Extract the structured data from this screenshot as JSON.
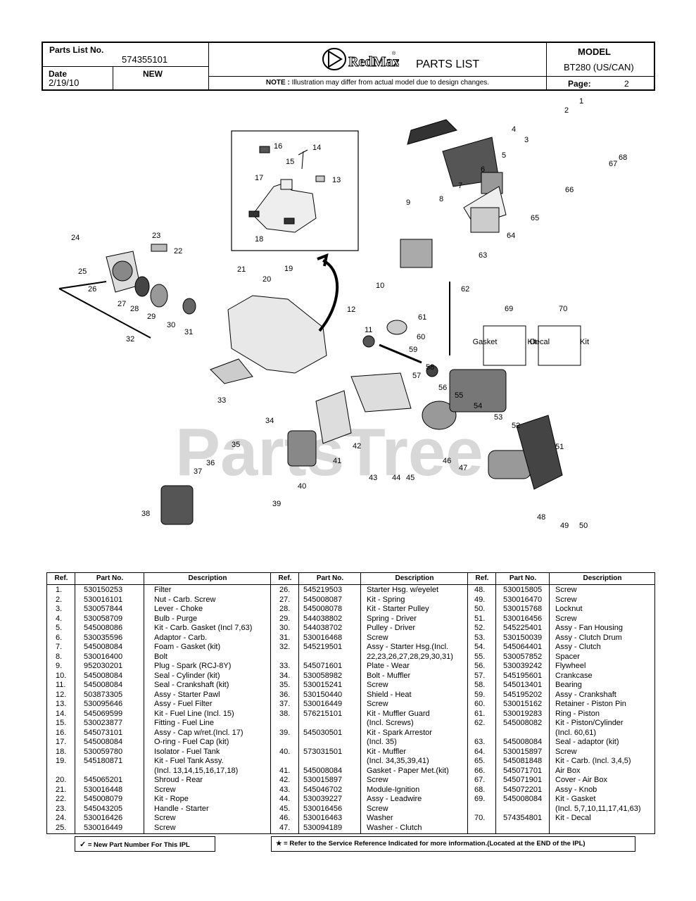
{
  "header": {
    "parts_list_no_label": "Parts List No.",
    "parts_list_no": "574355101",
    "date_label": "Date",
    "date": "2/19/10",
    "new_label": "NEW",
    "brand": "RedMax",
    "title": "PARTS LIST",
    "note_label": "NOTE :",
    "note_text": "Illustration may differ from actual model due to design changes.",
    "model_label": "MODEL",
    "model": "BT280  (US/CAN)",
    "page_label": "Page:",
    "page": "2"
  },
  "diagram": {
    "watermark": "PartsTree",
    "callouts": [
      "1",
      "2",
      "3",
      "4",
      "5",
      "6",
      "7",
      "8",
      "9",
      "10",
      "11",
      "12",
      "13",
      "14",
      "15",
      "16",
      "17",
      "18",
      "19",
      "20",
      "21",
      "22",
      "23",
      "24",
      "25",
      "26",
      "27",
      "28",
      "29",
      "30",
      "31",
      "32",
      "33",
      "34",
      "35",
      "36",
      "37",
      "38",
      "39",
      "40",
      "41",
      "42",
      "43",
      "44",
      "45",
      "46",
      "47",
      "48",
      "49",
      "50",
      "51",
      "52",
      "53",
      "54",
      "55",
      "56",
      "57",
      "58",
      "59",
      "60",
      "61",
      "62",
      "63",
      "64",
      "65",
      "66",
      "67",
      "68",
      "69",
      "70"
    ],
    "box_gasket": "Gasket Kit",
    "box_decal": "Decal Kit"
  },
  "table": {
    "headers": {
      "ref": "Ref.",
      "part": "Part No.",
      "desc": "Description"
    },
    "col1": [
      [
        "1.",
        "530150253",
        "Filter"
      ],
      [
        "2.",
        "530016101",
        "Nut - Carb. Screw"
      ],
      [
        "3.",
        "530057844",
        "Lever - Choke"
      ],
      [
        "4.",
        "530058709",
        "Bulb - Purge"
      ],
      [
        "5.",
        "545008086",
        "Kit - Carb. Gasket (Incl 7,63)"
      ],
      [
        "6.",
        "530035596",
        "Adaptor - Carb."
      ],
      [
        "7.",
        "545008084",
        "Foam - Gasket (kit)"
      ],
      [
        "8.",
        "530016400",
        "Bolt"
      ],
      [
        "9.",
        "952030201",
        "Plug - Spark (RCJ-8Y)"
      ],
      [
        "10.",
        "545008084",
        "Seal - Cylinder (kit)"
      ],
      [
        "11.",
        "545008084",
        "Seal - Crankshaft (kit)"
      ],
      [
        "12.",
        "503873305",
        "Assy - Starter Pawl"
      ],
      [
        "13.",
        "530095646",
        "Assy - Fuel Filter"
      ],
      [
        "14.",
        "545069599",
        "Kit - Fuel Line (Incl. 15)"
      ],
      [
        "15.",
        "530023877",
        "Fitting - Fuel Line"
      ],
      [
        "16.",
        "545073101",
        "Assy - Cap w/ret.(Incl. 17)"
      ],
      [
        "17.",
        "545008084",
        "O-ring - Fuel Cap (kit)"
      ],
      [
        "18.",
        "530059780",
        "Isolator - Fuel Tank"
      ],
      [
        "19.",
        "545180871",
        "Kit - Fuel Tank Assy."
      ],
      [
        "",
        "",
        "(Incl. 13,14,15,16,17,18)"
      ],
      [
        "20.",
        "545065201",
        "Shroud - Rear"
      ],
      [
        "21.",
        "530016448",
        "Screw"
      ],
      [
        "22.",
        "545008079",
        "Kit - Rope"
      ],
      [
        "23.",
        "545043205",
        "Handle - Starter"
      ],
      [
        "24.",
        "530016426",
        "Screw"
      ],
      [
        "25.",
        "530016449",
        "Screw"
      ]
    ],
    "col2": [
      [
        "26.",
        "545219503",
        "Starter Hsg.  w/eyelet"
      ],
      [
        "27.",
        "545008087",
        "Kit - Spring"
      ],
      [
        "28.",
        "545008078",
        "Kit - Starter Pulley"
      ],
      [
        "29.",
        "544038802",
        "Spring - Driver"
      ],
      [
        "30.",
        "544038702",
        "Pulley - Driver"
      ],
      [
        "31.",
        "530016468",
        "Screw"
      ],
      [
        "32.",
        "545219501",
        "Assy - Starter Hsg.(Incl."
      ],
      [
        "",
        "",
        "22,23,26,27,28,29,30,31)"
      ],
      [
        "33.",
        "545071601",
        "Plate - Wear"
      ],
      [
        "34.",
        "530058982",
        "Bolt - Muffler"
      ],
      [
        "35.",
        "530015241",
        "Screw"
      ],
      [
        "36.",
        "530150440",
        "Shield - Heat"
      ],
      [
        "37.",
        "530016449",
        "Screw"
      ],
      [
        "38.",
        "576215101",
        "Kit - Muffler Guard"
      ],
      [
        "",
        "",
        "(Incl. Screws)"
      ],
      [
        "39.",
        "545030501",
        "Kit - Spark Arrestor"
      ],
      [
        "",
        "",
        "(Incl. 35)"
      ],
      [
        "40.",
        "573031501",
        "Kit - Muffler"
      ],
      [
        "",
        "",
        "(Incl. 34,35,39,41)"
      ],
      [
        "41.",
        "545008084",
        "Gasket - Paper Met.(kit)"
      ],
      [
        "42.",
        "530015897",
        "Screw"
      ],
      [
        "43.",
        "545046702",
        "Module-Ignition"
      ],
      [
        "44.",
        "530039227",
        "Assy - Leadwire"
      ],
      [
        "45.",
        "530016456",
        "Screw"
      ],
      [
        "46.",
        "530016463",
        "Washer"
      ],
      [
        "47.",
        "530094189",
        "Washer - Clutch"
      ]
    ],
    "col3": [
      [
        "48.",
        "530015805",
        "Screw"
      ],
      [
        "49.",
        "530016470",
        "Screw"
      ],
      [
        "50.",
        "530015768",
        "Locknut"
      ],
      [
        "51.",
        "530016456",
        "Screw"
      ],
      [
        "52.",
        "545225401",
        "Assy - Fan Housing"
      ],
      [
        "53.",
        "530150039",
        "Assy - Clutch Drum"
      ],
      [
        "54.",
        "545064401",
        "Assy - Clutch"
      ],
      [
        "55.",
        "530057852",
        "Spacer"
      ],
      [
        "56.",
        "530039242",
        "Flywheel"
      ],
      [
        "57.",
        "545195601",
        "Crankcase"
      ],
      [
        "58.",
        "545013401",
        "Bearing"
      ],
      [
        "59.",
        "545195202",
        "Assy - Crankshaft"
      ],
      [
        "60.",
        "530015162",
        "Retainer - Piston Pin"
      ],
      [
        "61.",
        "530019283",
        "Ring - Piston"
      ],
      [
        "62.",
        "545008082",
        "Kit - Piston/Cylinder"
      ],
      [
        "",
        "",
        "(Incl. 60,61)"
      ],
      [
        "63.",
        "545008084",
        "Seal - adaptor (kit)"
      ],
      [
        "64.",
        "530015897",
        "Screw"
      ],
      [
        "65.",
        "545081848",
        "Kit - Carb. (Incl. 3,4,5)"
      ],
      [
        "66.",
        "545071701",
        "Air Box"
      ],
      [
        "67.",
        "545071901",
        "Cover - Air Box"
      ],
      [
        "68.",
        "545072201",
        "Assy - Knob"
      ],
      [
        "69.",
        "545008084",
        "Kit - Gasket"
      ],
      [
        "",
        "",
        "(Incl. 5,7,10,11,17,41,63)"
      ],
      [
        "70.",
        "574354801",
        "Kit - Decal"
      ]
    ]
  },
  "footer": {
    "new_part_text": "= New Part Number For This IPL",
    "service_ref_text": "= Refer to the Service Reference Indicated for more information.(Located at the END of the IPL)"
  }
}
